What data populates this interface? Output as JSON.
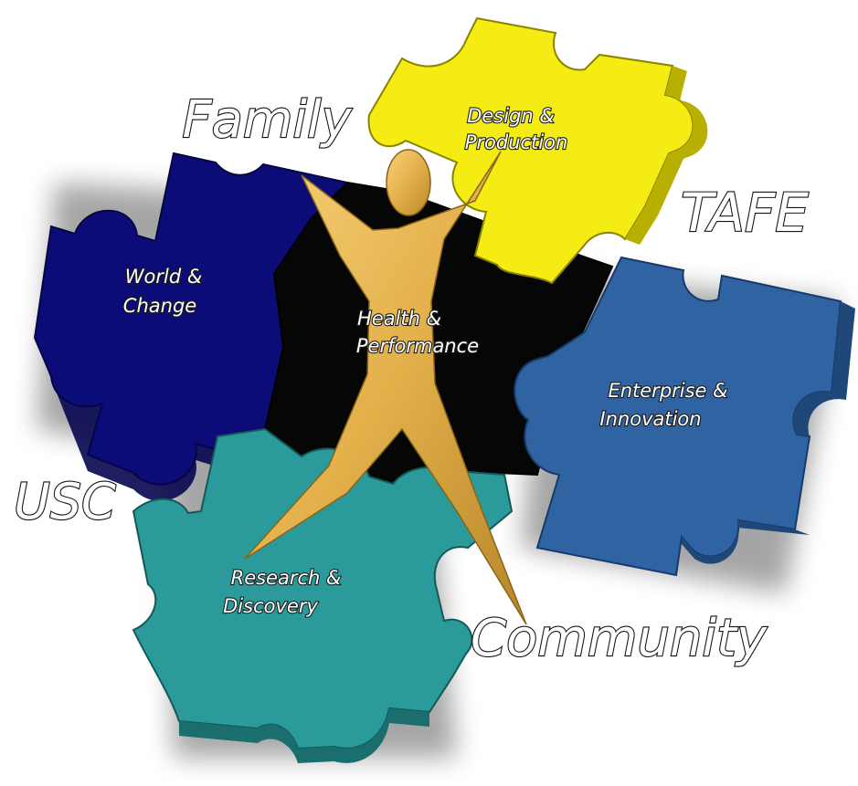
{
  "outer_words": {
    "family": "Family",
    "tafe": "TAFE",
    "usc": "USC",
    "community": "Community"
  },
  "pieces": {
    "yellow": {
      "line1": "Design &",
      "line2": "Production"
    },
    "navy": {
      "line1": "World &",
      "line2": "Change"
    },
    "center": {
      "line1": "Health &",
      "line2": "Performance"
    },
    "blue": {
      "line1": "Enterprise &",
      "line2": "Innovation"
    },
    "teal": {
      "line1": "Research &",
      "line2": "Discovery"
    }
  },
  "colors": {
    "yellow": "#f2ea10",
    "navy": "#0a0a7a",
    "center": "#050505",
    "blue": "#2f64a3",
    "teal": "#2a9a9a",
    "figure": "#e3b04a"
  },
  "icons": {
    "figure": "person-figure-icon"
  }
}
